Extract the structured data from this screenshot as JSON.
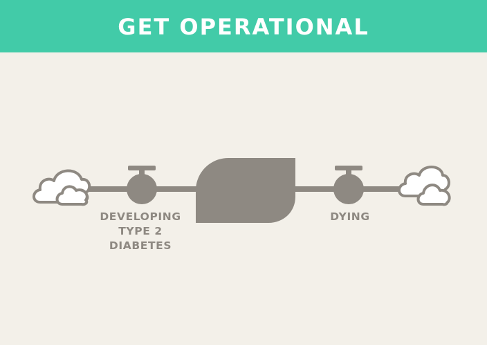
{
  "header": {
    "title": "GET OPERATIONAL"
  },
  "diagram": {
    "inflow_label": "DEVELOPING\nTYPE 2\nDIABETES",
    "outflow_label": "DYING"
  },
  "colors": {
    "header_background": "#42cba8",
    "header_text": "#ffffff",
    "page_background": "#f3f0e9",
    "diagram_gray": "#8e8982",
    "cloud_fill": "#ffffff"
  },
  "icons": [
    "source-cloud-icon",
    "inflow-valve-icon",
    "stock-icon",
    "outflow-valve-icon",
    "sink-cloud-icon"
  ]
}
